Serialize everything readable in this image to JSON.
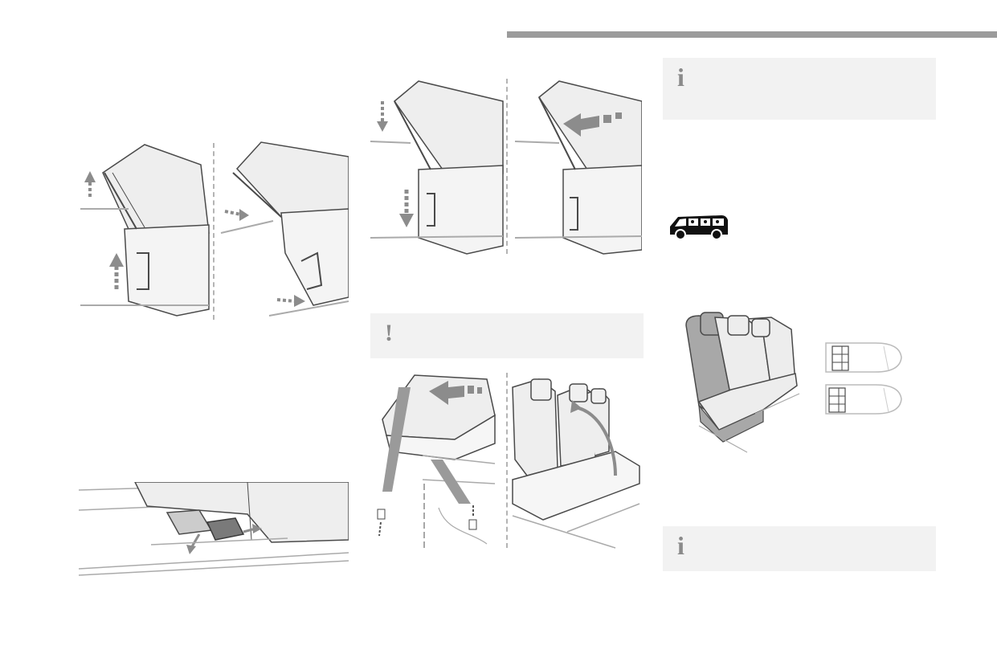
{
  "header_bar": {
    "color": "#9b9b9b"
  },
  "notes": {
    "info_top": {
      "glyph": "i",
      "icon": "info-icon"
    },
    "warning": {
      "glyph": "!",
      "icon": "warning-icon"
    },
    "info_bottom": {
      "glyph": "i",
      "icon": "info-icon"
    }
  },
  "figures": {
    "seat_tip_up": "seat-tip-forward-illustration",
    "seat_anchor_release": "seat-rail-anchor-illustration",
    "seat_lock_down": "seat-lock-down-illustration",
    "seatback_fold": "seatback-fold-illustration",
    "vehicle_badge": "van-with-passengers-icon",
    "bench_layout": "bench-seat-layout-illustration"
  },
  "colors": {
    "line": "#4a4a4a",
    "seat_fill": "#eeeeee",
    "arrow": "#8c8c8c",
    "note_bg": "#f2f2f2",
    "note_glyph": "#8a8a8a"
  }
}
